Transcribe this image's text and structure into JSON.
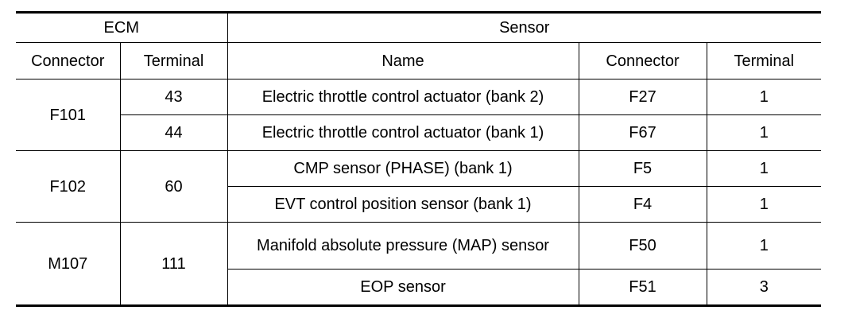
{
  "headers": {
    "ecm": "ECM",
    "sensor": "Sensor",
    "ecm_connector": "Connector",
    "ecm_terminal": "Terminal",
    "sensor_name": "Name",
    "sensor_connector": "Connector",
    "sensor_terminal": "Terminal"
  },
  "groups": [
    {
      "connector": "F101",
      "rows": [
        {
          "ecm_terminal": "43",
          "name": "Electric throttle control actuator (bank 2)",
          "connector": "F27",
          "terminal": "1"
        },
        {
          "ecm_terminal": "44",
          "name": "Electric throttle control actuator (bank 1)",
          "connector": "F67",
          "terminal": "1"
        }
      ]
    },
    {
      "connector": "F102",
      "terminal": "60",
      "rows": [
        {
          "name": "CMP sensor (PHASE) (bank 1)",
          "connector": "F5",
          "terminal": "1"
        },
        {
          "name": "EVT control position sensor (bank 1)",
          "connector": "F4",
          "terminal": "1"
        }
      ]
    },
    {
      "connector": "M107",
      "terminal": "111",
      "rows": [
        {
          "name": "Manifold absolute pressure (MAP) sensor",
          "connector": "F50",
          "terminal": "1"
        },
        {
          "name": "EOP sensor",
          "connector": "F51",
          "terminal": "3"
        }
      ]
    }
  ]
}
